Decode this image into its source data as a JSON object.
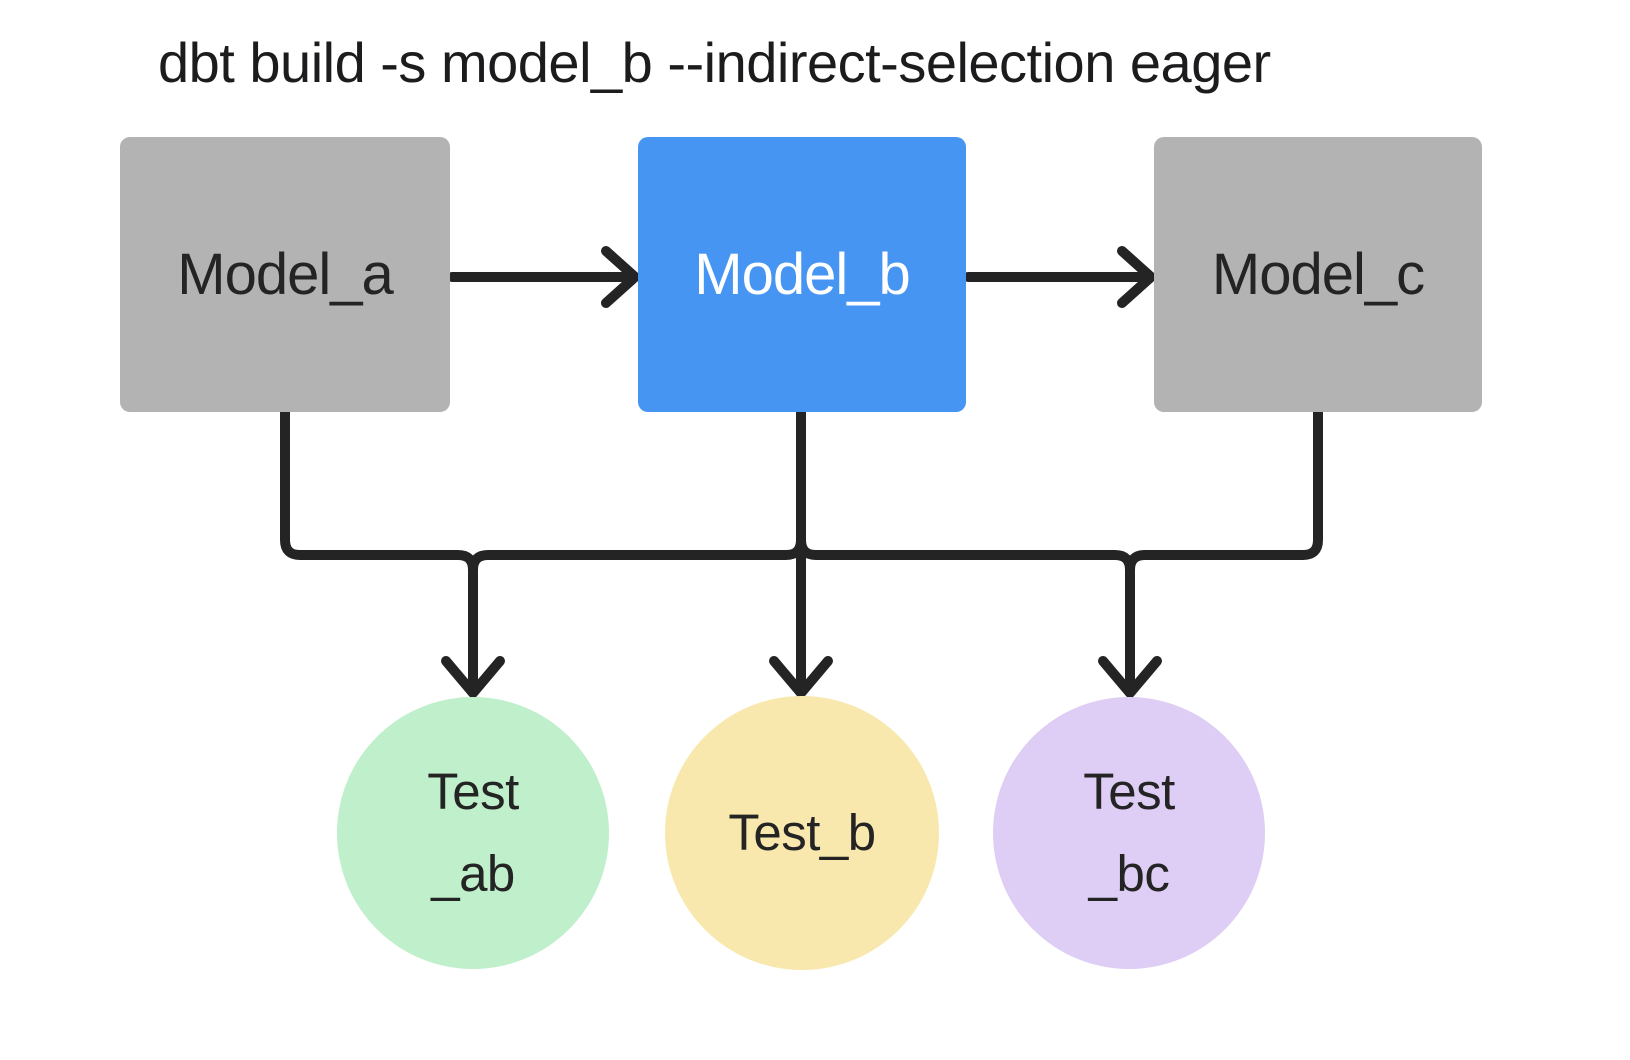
{
  "title": "dbt build -s model_b --indirect-selection eager",
  "diagram": {
    "nodes": {
      "model_a": {
        "label": "Model_a",
        "type": "model"
      },
      "model_b": {
        "label": "Model_b",
        "type": "model",
        "selected": true
      },
      "model_c": {
        "label": "Model_c",
        "type": "model"
      },
      "test_ab": {
        "line1": "Test",
        "line2": "_ab",
        "type": "test"
      },
      "test_b": {
        "line1": "Test_b",
        "type": "test"
      },
      "test_bc": {
        "line1": "Test",
        "line2": "_bc",
        "type": "test"
      }
    },
    "edges": [
      {
        "from": "model_a",
        "to": "model_b"
      },
      {
        "from": "model_b",
        "to": "model_c"
      },
      {
        "from": "model_a",
        "to": "test_ab"
      },
      {
        "from": "model_b",
        "to": "test_ab"
      },
      {
        "from": "model_b",
        "to": "test_b"
      },
      {
        "from": "model_b",
        "to": "test_bc"
      },
      {
        "from": "model_c",
        "to": "test_bc"
      }
    ]
  },
  "colors": {
    "background": "#FFFFFF",
    "line": "#242424",
    "text_dark": "#242424",
    "text_light": "#FFFFFF",
    "model_default": "#B3B3B3",
    "model_selected": "#4795F2",
    "test_ab": "#BFEFCB",
    "test_b": "#F8E8AD",
    "test_bc": "#DECDF4"
  }
}
